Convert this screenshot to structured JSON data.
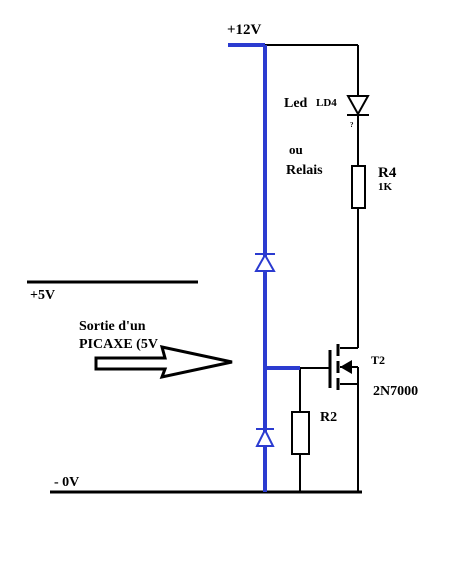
{
  "labels": {
    "supply_12v": "+12V",
    "supply_5v": "+5V",
    "ground": "- 0V",
    "led": "Led",
    "led_ref": "LD4",
    "led_note": "?",
    "or": "ou",
    "relay": "Relais",
    "r4": "R4",
    "r4_value": "1K",
    "t2": "T2",
    "t2_model": "2N7000",
    "r2": "R2",
    "input_line1": "Sortie d'un",
    "input_line2": "PICAXE (5V"
  },
  "colors": {
    "wire": "#000000",
    "protection_wire": "#2b3bd0",
    "background": "#ffffff"
  }
}
